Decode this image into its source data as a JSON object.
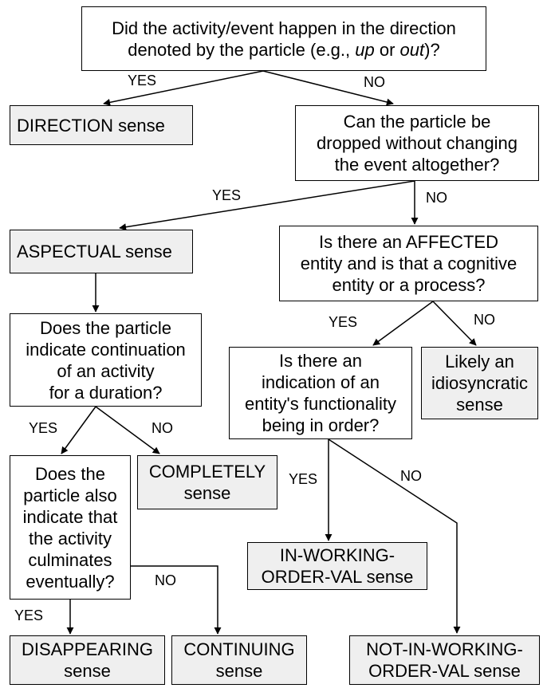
{
  "nodes": {
    "q_direction": {
      "pre": "Did the activity/event happen in the direction\ndenoted by the particle (e.g., ",
      "em1": "up",
      "mid": " or ",
      "em2": "out",
      "post": ")?"
    },
    "direction_sense": "DIRECTION sense",
    "q_dropped": "Can the particle be\ndropped without changing\nthe event altogether?",
    "aspectual_sense": "ASPECTUAL sense",
    "q_affected": "Is there an AFFECTED\nentity and is that a cognitive\nentity or a process?",
    "q_continuation": "Does the particle\nindicate continuation\nof an activity\nfor a duration?",
    "idiosyncratic_sense": "Likely an\nidiosyncratic\nsense",
    "q_functionality": "Is there an\nindication of an\nentity's functionality\nbeing in order?",
    "q_culminates": "Does the\nparticle also\nindicate that\nthe activity\nculminates\neventually?",
    "completely_sense": "COMPLETELY\nsense",
    "in_working_order_sense": "IN-WORKING-\nORDER-VAL sense",
    "disappearing_sense": "DISAPPEARING\nsense",
    "continuing_sense": "CONTINUING\nsense",
    "not_in_working_order_sense": "NOT-IN-WORKING-\nORDER-VAL sense"
  },
  "labels": {
    "yes": "YES",
    "no": "NO"
  }
}
